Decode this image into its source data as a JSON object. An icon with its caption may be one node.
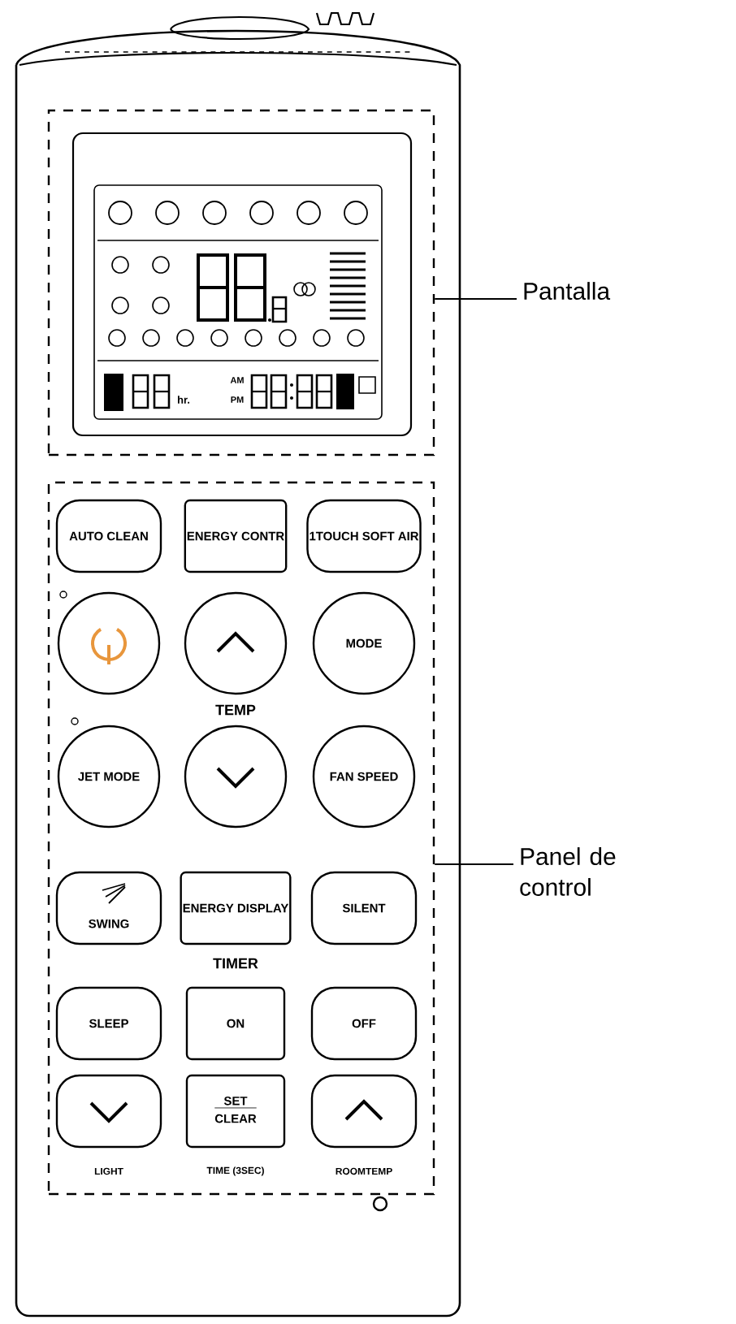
{
  "diagram": {
    "nodes": [
      {
        "text": [],
        "shape": "box"
      },
      {
        "text": [
          "Pantalla"
        ]
      },
      {
        "text": [],
        "shape": "box"
      },
      {
        "text": [
          "AUTO CLEAN"
        ],
        "in": 2
      },
      {
        "text": [
          "ENERGY CONTR"
        ],
        "in": 2
      },
      {
        "text": [
          "1TOUCH SOFT AIR"
        ],
        "in": 2
      },
      {
        "text": [],
        "shape": "circle",
        "in": 2
      },
      {
        "text": [],
        "shape": "circle",
        "in": 2
      },
      {
        "text": [
          "MODE"
        ],
        "in": 2
      },
      {
        "text": [
          "JET MODE"
        ],
        "in": 2
      },
      {
        "text": [],
        "shape": "circle",
        "in": 2
      },
      {
        "text": [
          "FAN SPEED"
        ],
        "in": 2
      },
      {
        "text": [
          "SWING"
        ],
        "in": 2
      },
      {
        "text": [
          "ENERGY DISPLAY"
        ],
        "in": 2
      },
      {
        "text": [
          "SILENT"
        ],
        "in": 2
      },
      {
        "text": [
          "SLEEP"
        ],
        "in": 2
      },
      {
        "text": [
          "ON"
        ],
        "in": 2
      },
      {
        "text": [
          "OFF"
        ],
        "in": 2
      },
      {
        "text": [],
        "shape": "box",
        "in": 2,
        "beside": [
          "LIGHT"
        ]
      },
      {
        "text": [
          "SET",
          "CLEAR"
        ],
        "in": 2,
        "beside": [
          "TIME (3SEC)"
        ]
      },
      {
        "text": [],
        "shape": "box",
        "in": 2,
        "beside": [
          "ROOMTEMP"
        ]
      },
      {
        "text": [
          "Panel de control"
        ]
      }
    ],
    "edges": [
      {
        "from": 1,
        "to": 0,
        "arrow": "none"
      },
      {
        "from": 21,
        "to": 2,
        "arrow": "none"
      }
    ],
    "labels": [
      "hr.",
      "AM",
      "PM",
      "TEMP",
      "TIMER"
    ]
  }
}
